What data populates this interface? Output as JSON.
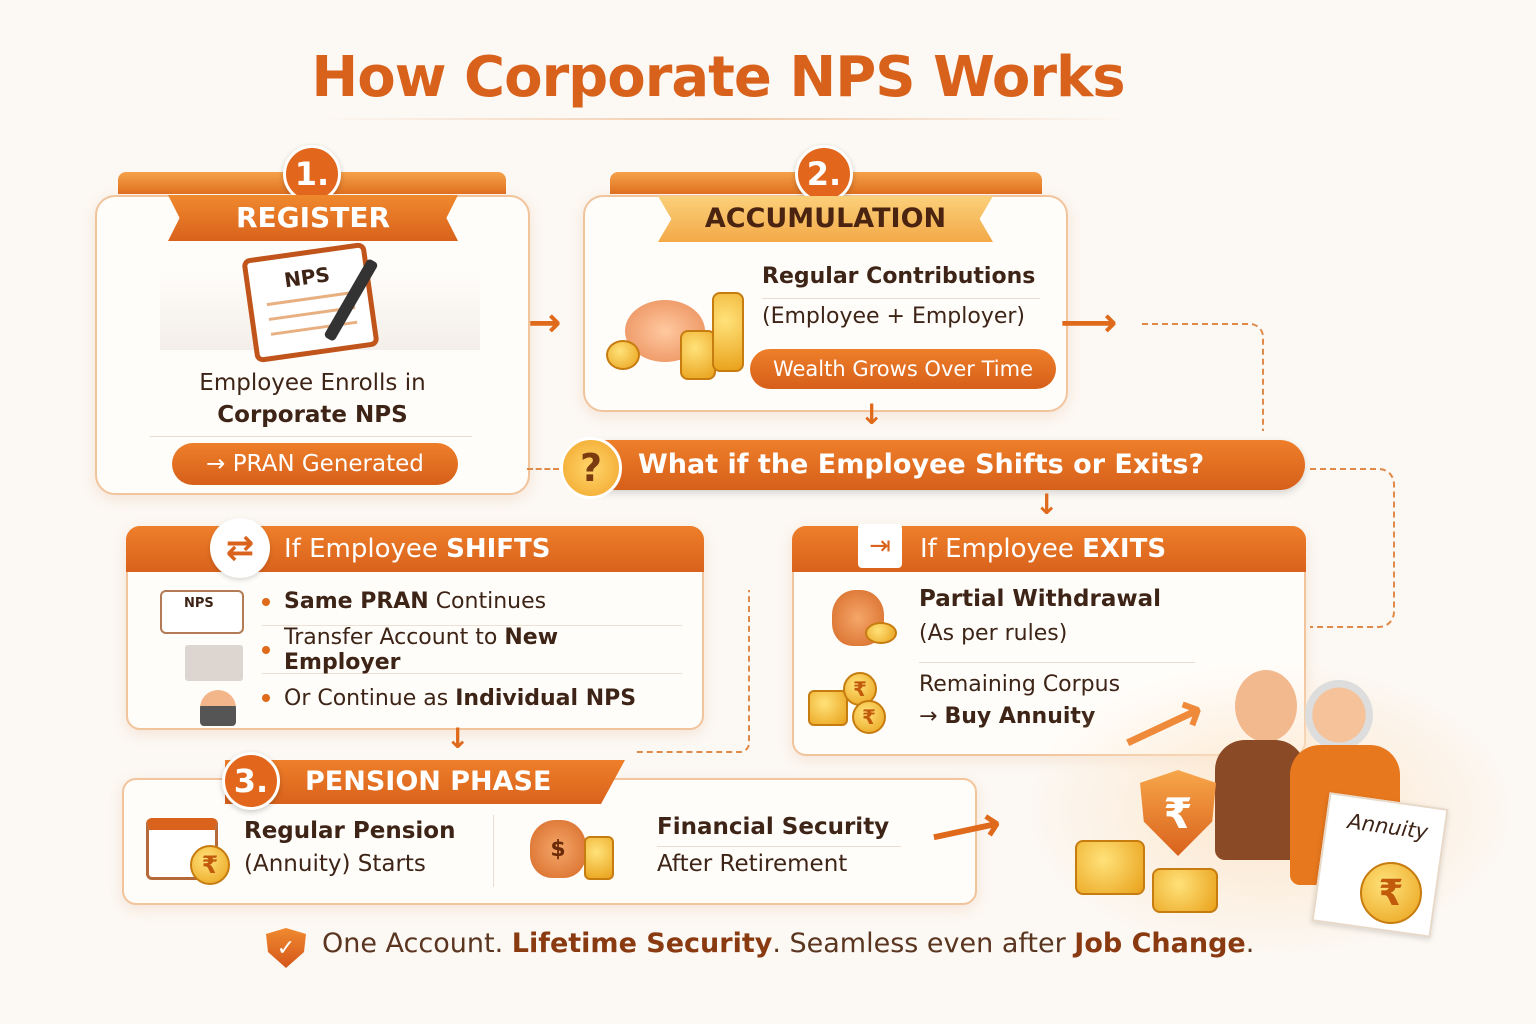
{
  "title": "How Corporate NPS Works",
  "step1": {
    "number": "1.",
    "label": "REGISTER",
    "doc_label": "NPS",
    "text_line1": "Employee Enrolls in",
    "text_line2": "Corporate NPS",
    "pill": "→ PRAN Generated"
  },
  "step2": {
    "number": "2.",
    "label": "ACCUMULATION",
    "line1": "Regular Contributions",
    "line2": "(Employee + Employer)",
    "pill": "Wealth Grows Over Time"
  },
  "question": {
    "icon": "?",
    "text": "What if the Employee Shifts or Exits?"
  },
  "shifts": {
    "title_normal": "If Employee ",
    "title_bold": "SHIFTS",
    "card_label": "NPS",
    "items": [
      {
        "bold": "Same PRAN",
        "normal": " Continues",
        "pre": ""
      },
      {
        "pre": "Transfer Account to ",
        "bold": "New Employer",
        "normal": ""
      },
      {
        "pre": "Or Continue as ",
        "bold": "Individual NPS",
        "normal": ""
      }
    ]
  },
  "exits": {
    "title_normal": "If Employee ",
    "title_bold": "EXITS",
    "item1_bold": "Partial Withdrawal",
    "item1_sub": "(As per rules)",
    "item2_line1": "Remaining Corpus",
    "item2_arrow": "→ ",
    "item2_bold": "Buy Annuity",
    "coin_symbol": "₹"
  },
  "step3": {
    "number": "3.",
    "label": "PENSION PHASE",
    "left_bold": "Regular Pension",
    "left_sub": "(Annuity) Starts",
    "right_bold": "Financial Security",
    "right_sub": "After Retirement",
    "rupee": "₹",
    "bag": "$"
  },
  "illustration": {
    "annuity_label": "Annuity",
    "rupee": "₹"
  },
  "footer": {
    "p1": "One Account. ",
    "b1": "Lifetime Security",
    "p2": ". Seamless even after ",
    "b2": "Job Change",
    "p3": "."
  },
  "colors": {
    "accent": "#e06a1b",
    "title": "#d8621c",
    "text": "#3d2416",
    "bg": "#fcf8f3"
  }
}
